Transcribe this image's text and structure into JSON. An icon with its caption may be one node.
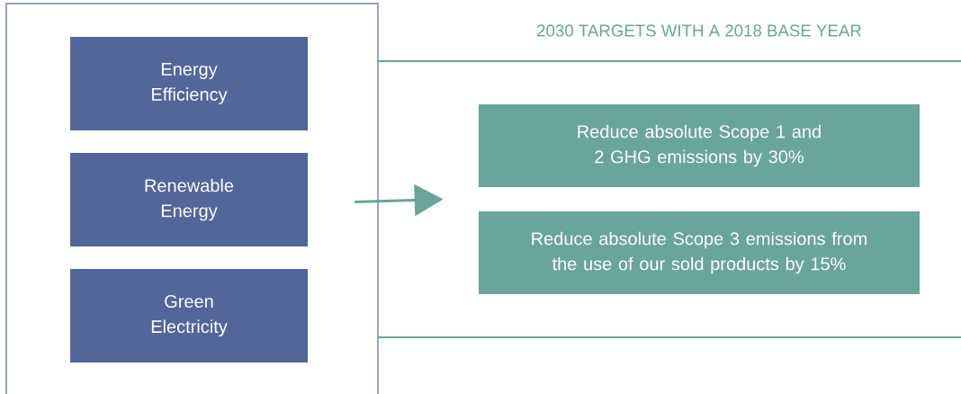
{
  "diagram": {
    "nodes": [
      {
        "text": [],
        "shape": "box"
      },
      {
        "text": [
          "Energy Efficiency"
        ],
        "in": 0
      },
      {
        "text": [
          "Renewable Energy"
        ],
        "in": 0
      },
      {
        "text": [
          "Green Electricity"
        ],
        "in": 0
      },
      {
        "text": [
          "2030 TARGETS WITH A 2018 BASE YEAR"
        ]
      },
      {
        "text": [
          "Reduce absolute Scope 1 and 2 GHG emissions by 30%"
        ],
        "in": 4
      },
      {
        "text": [
          "Reduce absolute Scope 3 emissions from the use of our sold products by 15%"
        ],
        "in": 4
      }
    ],
    "edges": [
      {
        "from": 0,
        "to": 4,
        "arrow": "to"
      }
    ]
  }
}
